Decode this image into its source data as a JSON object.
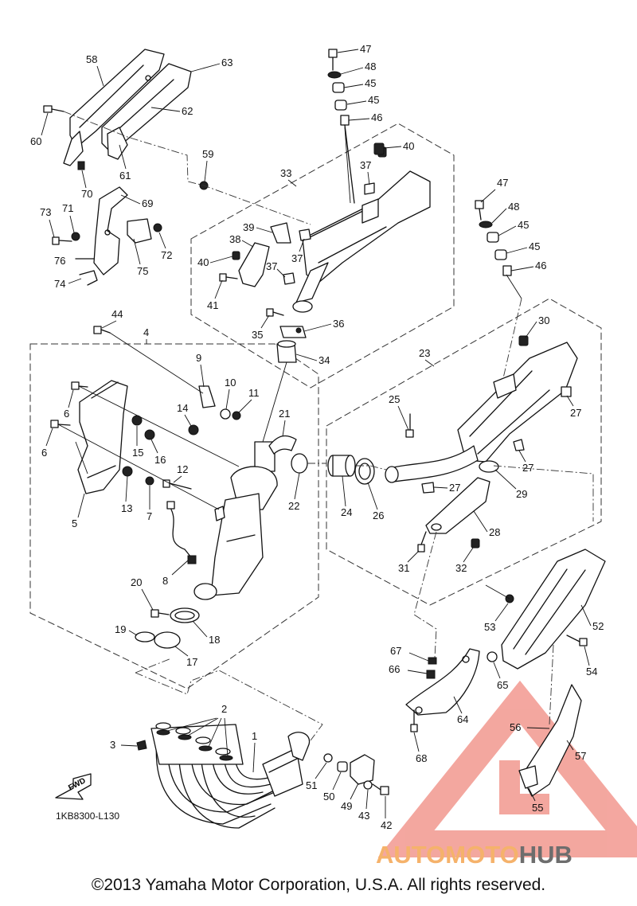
{
  "diagram": {
    "code": "1KB8300-L130",
    "fwd_label": "FWD",
    "copyright": "©2013 Yamaha Motor Corporation, U.S.A. All rights reserved.",
    "watermark": {
      "part1": "AUTOMOTO",
      "part2": "HUB",
      "color_primary": "#f08a80",
      "color_secondary": "#6d6d6d",
      "color_accent": "#f5b26b"
    },
    "callouts": [
      "1",
      "2",
      "3",
      "4",
      "5",
      "6",
      "7",
      "8",
      "9",
      "10",
      "11",
      "12",
      "13",
      "14",
      "15",
      "16",
      "17",
      "18",
      "19",
      "20",
      "21",
      "22",
      "23",
      "24",
      "25",
      "26",
      "27",
      "28",
      "29",
      "30",
      "31",
      "32",
      "33",
      "34",
      "35",
      "36",
      "37",
      "38",
      "39",
      "40",
      "41",
      "42",
      "43",
      "44",
      "45",
      "46",
      "47",
      "48",
      "49",
      "50",
      "51",
      "52",
      "53",
      "54",
      "55",
      "56",
      "57",
      "58",
      "59",
      "60",
      "61",
      "62",
      "63",
      "64",
      "65",
      "66",
      "67",
      "68",
      "69",
      "70",
      "71",
      "72",
      "73",
      "74",
      "75",
      "76"
    ]
  }
}
